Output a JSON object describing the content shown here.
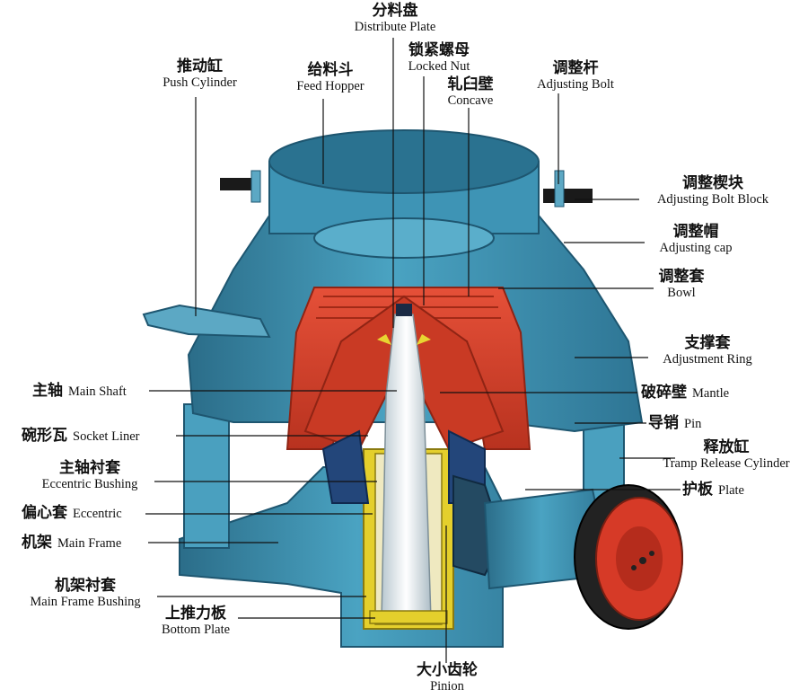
{
  "labels": {
    "distribute_plate": {
      "zh": "分料盘",
      "en": "Distribute Plate"
    },
    "locked_nut": {
      "zh": "锁紧螺母",
      "en": "Locked Nut"
    },
    "concave": {
      "zh": "轧臼壁",
      "en": "Concave"
    },
    "push_cylinder": {
      "zh": "推动缸",
      "en": "Push Cylinder"
    },
    "feed_hopper": {
      "zh": "给料斗",
      "en": "Feed Hopper"
    },
    "adjusting_bolt": {
      "zh": "调整杆",
      "en": "Adjusting Bolt"
    },
    "adjusting_bolt_block": {
      "zh": "调整楔块",
      "en": "Adjusting Bolt Block"
    },
    "adjusting_cap": {
      "zh": "调整帽",
      "en": "Adjusting cap"
    },
    "bowl": {
      "zh": "调整套",
      "en": "Bowl"
    },
    "adjustment_ring": {
      "zh": "支撑套",
      "en": "Adjustment Ring"
    },
    "mantle": {
      "zh": "破碎壁",
      "en": "Mantle"
    },
    "pin": {
      "zh": "导销",
      "en": "Pin"
    },
    "tramp_release_cylinder": {
      "zh": "释放缸",
      "en": "Tramp Release Cylinder"
    },
    "plate": {
      "zh": "护板",
      "en": "Plate"
    },
    "main_shaft": {
      "zh": "主轴",
      "en": "Main Shaft"
    },
    "socket_liner": {
      "zh": "碗形瓦",
      "en": "Socket Liner"
    },
    "eccentric_bushing": {
      "zh": "主轴衬套",
      "en": "Eccentric Bushing"
    },
    "eccentric": {
      "zh": "偏心套",
      "en": "Eccentric"
    },
    "main_frame": {
      "zh": "机架",
      "en": "Main Frame"
    },
    "main_frame_bushing": {
      "zh": "机架衬套",
      "en": "Main Frame Bushing"
    },
    "bottom_plate": {
      "zh": "上推力板",
      "en": "Bottom Plate"
    },
    "pinion": {
      "zh": "大小齿轮",
      "en": "Pinion"
    }
  },
  "colors": {
    "body": "#3f93b3",
    "body_dark": "#2a6f8c",
    "body_light": "#6db8d2",
    "red": "#d9412b",
    "yellow": "#e8d531",
    "navy": "#1f3f6e",
    "shaft": "#e6eef2"
  }
}
